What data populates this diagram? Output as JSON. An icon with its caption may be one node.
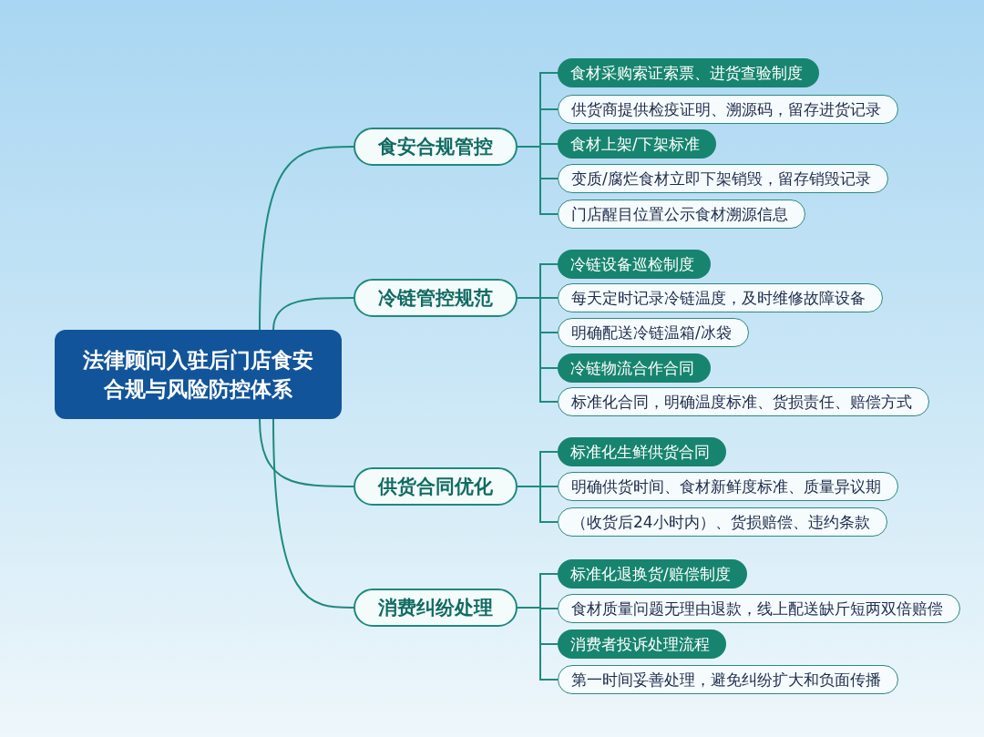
{
  "diagram": {
    "nodes": [
      {
        "text": [
          "法律顾问入驻后门店食安合规与风险防控体系"
        ]
      },
      {
        "text": [
          "食安合规管控"
        ]
      },
      {
        "text": [
          "食材采购索证索票、进货查验制度"
        ]
      },
      {
        "text": [
          "供货商提供检疫证明、溯源码，留存进货记录"
        ]
      },
      {
        "text": [
          "食材上架/下架标准"
        ]
      },
      {
        "text": [
          "变质/腐烂食材立即下架销毁，留存销毁记录"
        ]
      },
      {
        "text": [
          "门店醒目位置公示食材溯源信息"
        ]
      },
      {
        "text": [
          "冷链管控规范"
        ]
      },
      {
        "text": [
          "冷链设备巡检制度"
        ]
      },
      {
        "text": [
          "每天定时记录冷链温度，及时维修故障设备"
        ]
      },
      {
        "text": [
          "明确配送冷链温箱/冰袋"
        ]
      },
      {
        "text": [
          "冷链物流合作合同"
        ]
      },
      {
        "text": [
          "标准化合同，明确温度标准、货损责任、赔偿方式"
        ]
      },
      {
        "text": [
          "供货合同优化"
        ]
      },
      {
        "text": [
          "标准化生鲜供货合同"
        ]
      },
      {
        "text": [
          "明确供货时间、食材新鲜度标准、质量异议期"
        ]
      },
      {
        "text": [
          "（收货后24小时内）、货损赔偿、违约条款"
        ]
      },
      {
        "text": [
          "消费纠纷处理"
        ]
      },
      {
        "text": [
          "标准化退换货/赔偿制度"
        ]
      },
      {
        "text": [
          "食材质量问题无理由退款，线上配送缺斤短两双倍赔偿"
        ]
      },
      {
        "text": [
          "消费者投诉处理流程"
        ]
      },
      {
        "text": [
          "第一时间妥善处理，避免纠纷扩大和负面传播"
        ]
      }
    ],
    "edges": [
      {
        "from": 0,
        "to": 1,
        "arrow": "none"
      },
      {
        "from": 0,
        "to": 7,
        "arrow": "none"
      },
      {
        "from": 0,
        "to": 13,
        "arrow": "none"
      },
      {
        "from": 0,
        "to": 17,
        "arrow": "none"
      },
      {
        "from": 1,
        "to": 2,
        "arrow": "none"
      },
      {
        "from": 1,
        "to": 3,
        "arrow": "none"
      },
      {
        "from": 1,
        "to": 4,
        "arrow": "none"
      },
      {
        "from": 1,
        "to": 5,
        "arrow": "none"
      },
      {
        "from": 1,
        "to": 6,
        "arrow": "none"
      },
      {
        "from": 7,
        "to": 8,
        "arrow": "none"
      },
      {
        "from": 7,
        "to": 9,
        "arrow": "none"
      },
      {
        "from": 7,
        "to": 10,
        "arrow": "none"
      },
      {
        "from": 7,
        "to": 11,
        "arrow": "none"
      },
      {
        "from": 7,
        "to": 12,
        "arrow": "none"
      },
      {
        "from": 13,
        "to": 14,
        "arrow": "none"
      },
      {
        "from": 13,
        "to": 15,
        "arrow": "none"
      },
      {
        "from": 13,
        "to": 16,
        "arrow": "none"
      },
      {
        "from": 17,
        "to": 18,
        "arrow": "none"
      },
      {
        "from": 17,
        "to": 19,
        "arrow": "none"
      },
      {
        "from": 17,
        "to": 20,
        "arrow": "none"
      },
      {
        "from": 17,
        "to": 21,
        "arrow": "none"
      }
    ]
  }
}
